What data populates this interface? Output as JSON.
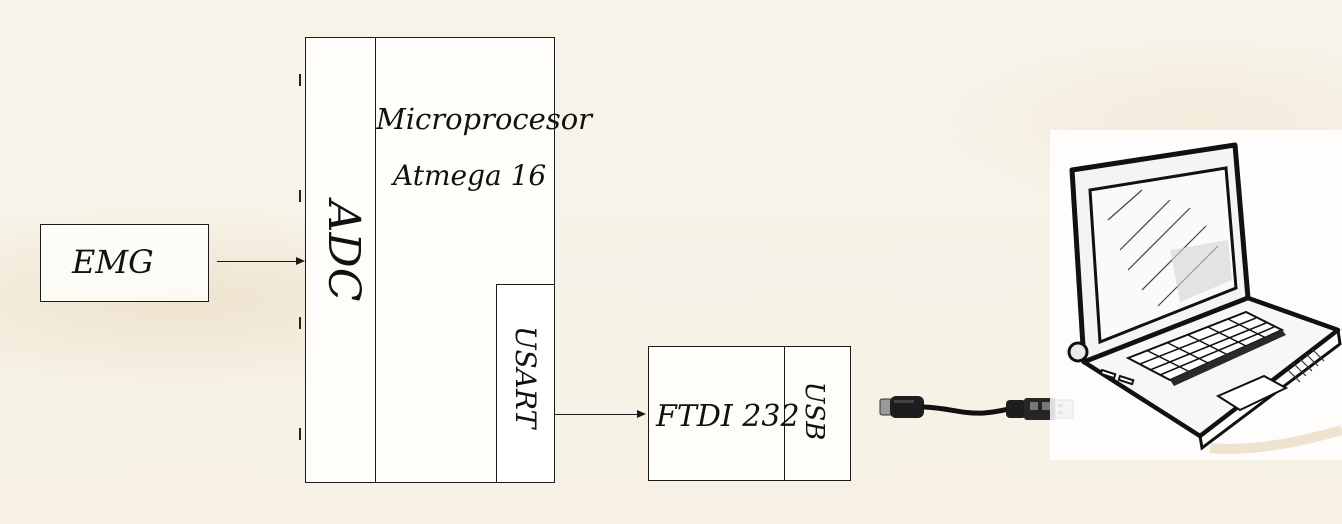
{
  "blocks": {
    "emg": "EMG",
    "adc": "ADC",
    "microprocessor_line1": "Microprocesor",
    "microprocessor_line2": "Atmega 16",
    "usart": "USART",
    "ftdi": "FTDI 232",
    "usb": "USB"
  },
  "peripherals": {
    "cable": "usb-cable-icon",
    "laptop": "laptop-icon"
  },
  "colors": {
    "ink": "#1a1a1a",
    "paper": "#f7f3e7"
  }
}
